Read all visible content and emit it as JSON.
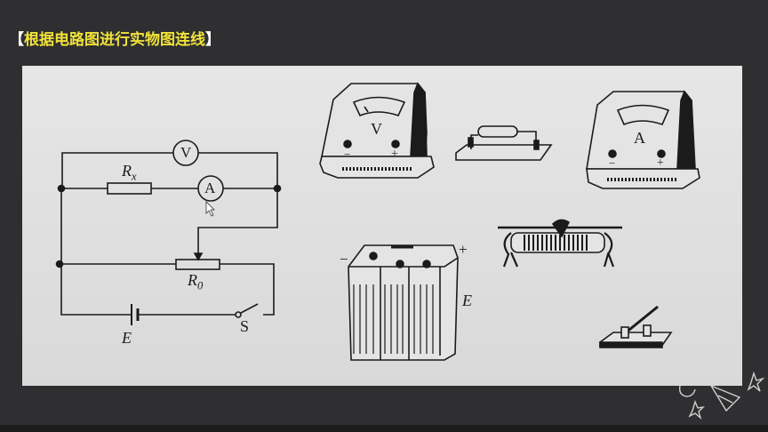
{
  "title": {
    "open_bracket": "【",
    "text": "根据电路图进行实物图连线",
    "close_bracket": "】",
    "color": "#f1e23a"
  },
  "circuit": {
    "voltmeter": "V",
    "ammeter": "A",
    "rx_main": "R",
    "rx_sub": "x",
    "r0_main": "R",
    "r0_sub": "0",
    "battery": "E",
    "switch": "S"
  },
  "apparatus": {
    "voltmeter_label": "V",
    "ammeter_label": "A",
    "battery_label": "E",
    "battery_plus": "+",
    "battery_minus": "−",
    "meter_minus": "−",
    "meter_plus": "+"
  },
  "colors": {
    "background": "#2f2f31",
    "paper": "#e3e3e3",
    "ink": "#1b1b1b"
  }
}
